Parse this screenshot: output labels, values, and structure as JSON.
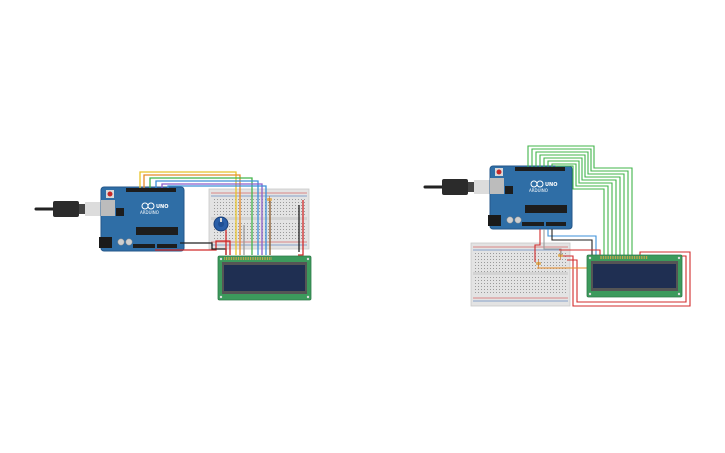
{
  "canvas": {
    "background": "#ffffff"
  },
  "circuits": [
    {
      "id": "circuit-1",
      "board": {
        "model_text": "UNO",
        "brand_text": "ARDUINO",
        "color": "#2f6ea6"
      },
      "has_potentiometer": true
    },
    {
      "id": "circuit-2",
      "board": {
        "model_text": "UNO",
        "brand_text": "ARDUINO",
        "color": "#2f6ea6"
      },
      "has_potentiometer": false
    }
  ],
  "components": {
    "lcd": {
      "type": "16x2 LCD",
      "pcb_color": "#3c9a5c",
      "screen_color": "#1f2f52"
    },
    "breadboard": {
      "color": "#e3e3e3"
    },
    "usb_cable": {
      "color": "#222222"
    }
  },
  "wire_colors": {
    "yellow": "#e8c228",
    "orange": "#e58b2a",
    "green": "#41b44a",
    "blue": "#3b8fd8",
    "purple": "#8a5cc9",
    "red": "#d12b2b",
    "black": "#222222",
    "brown": "#8a5a2b",
    "gray": "#9a9a9a"
  }
}
